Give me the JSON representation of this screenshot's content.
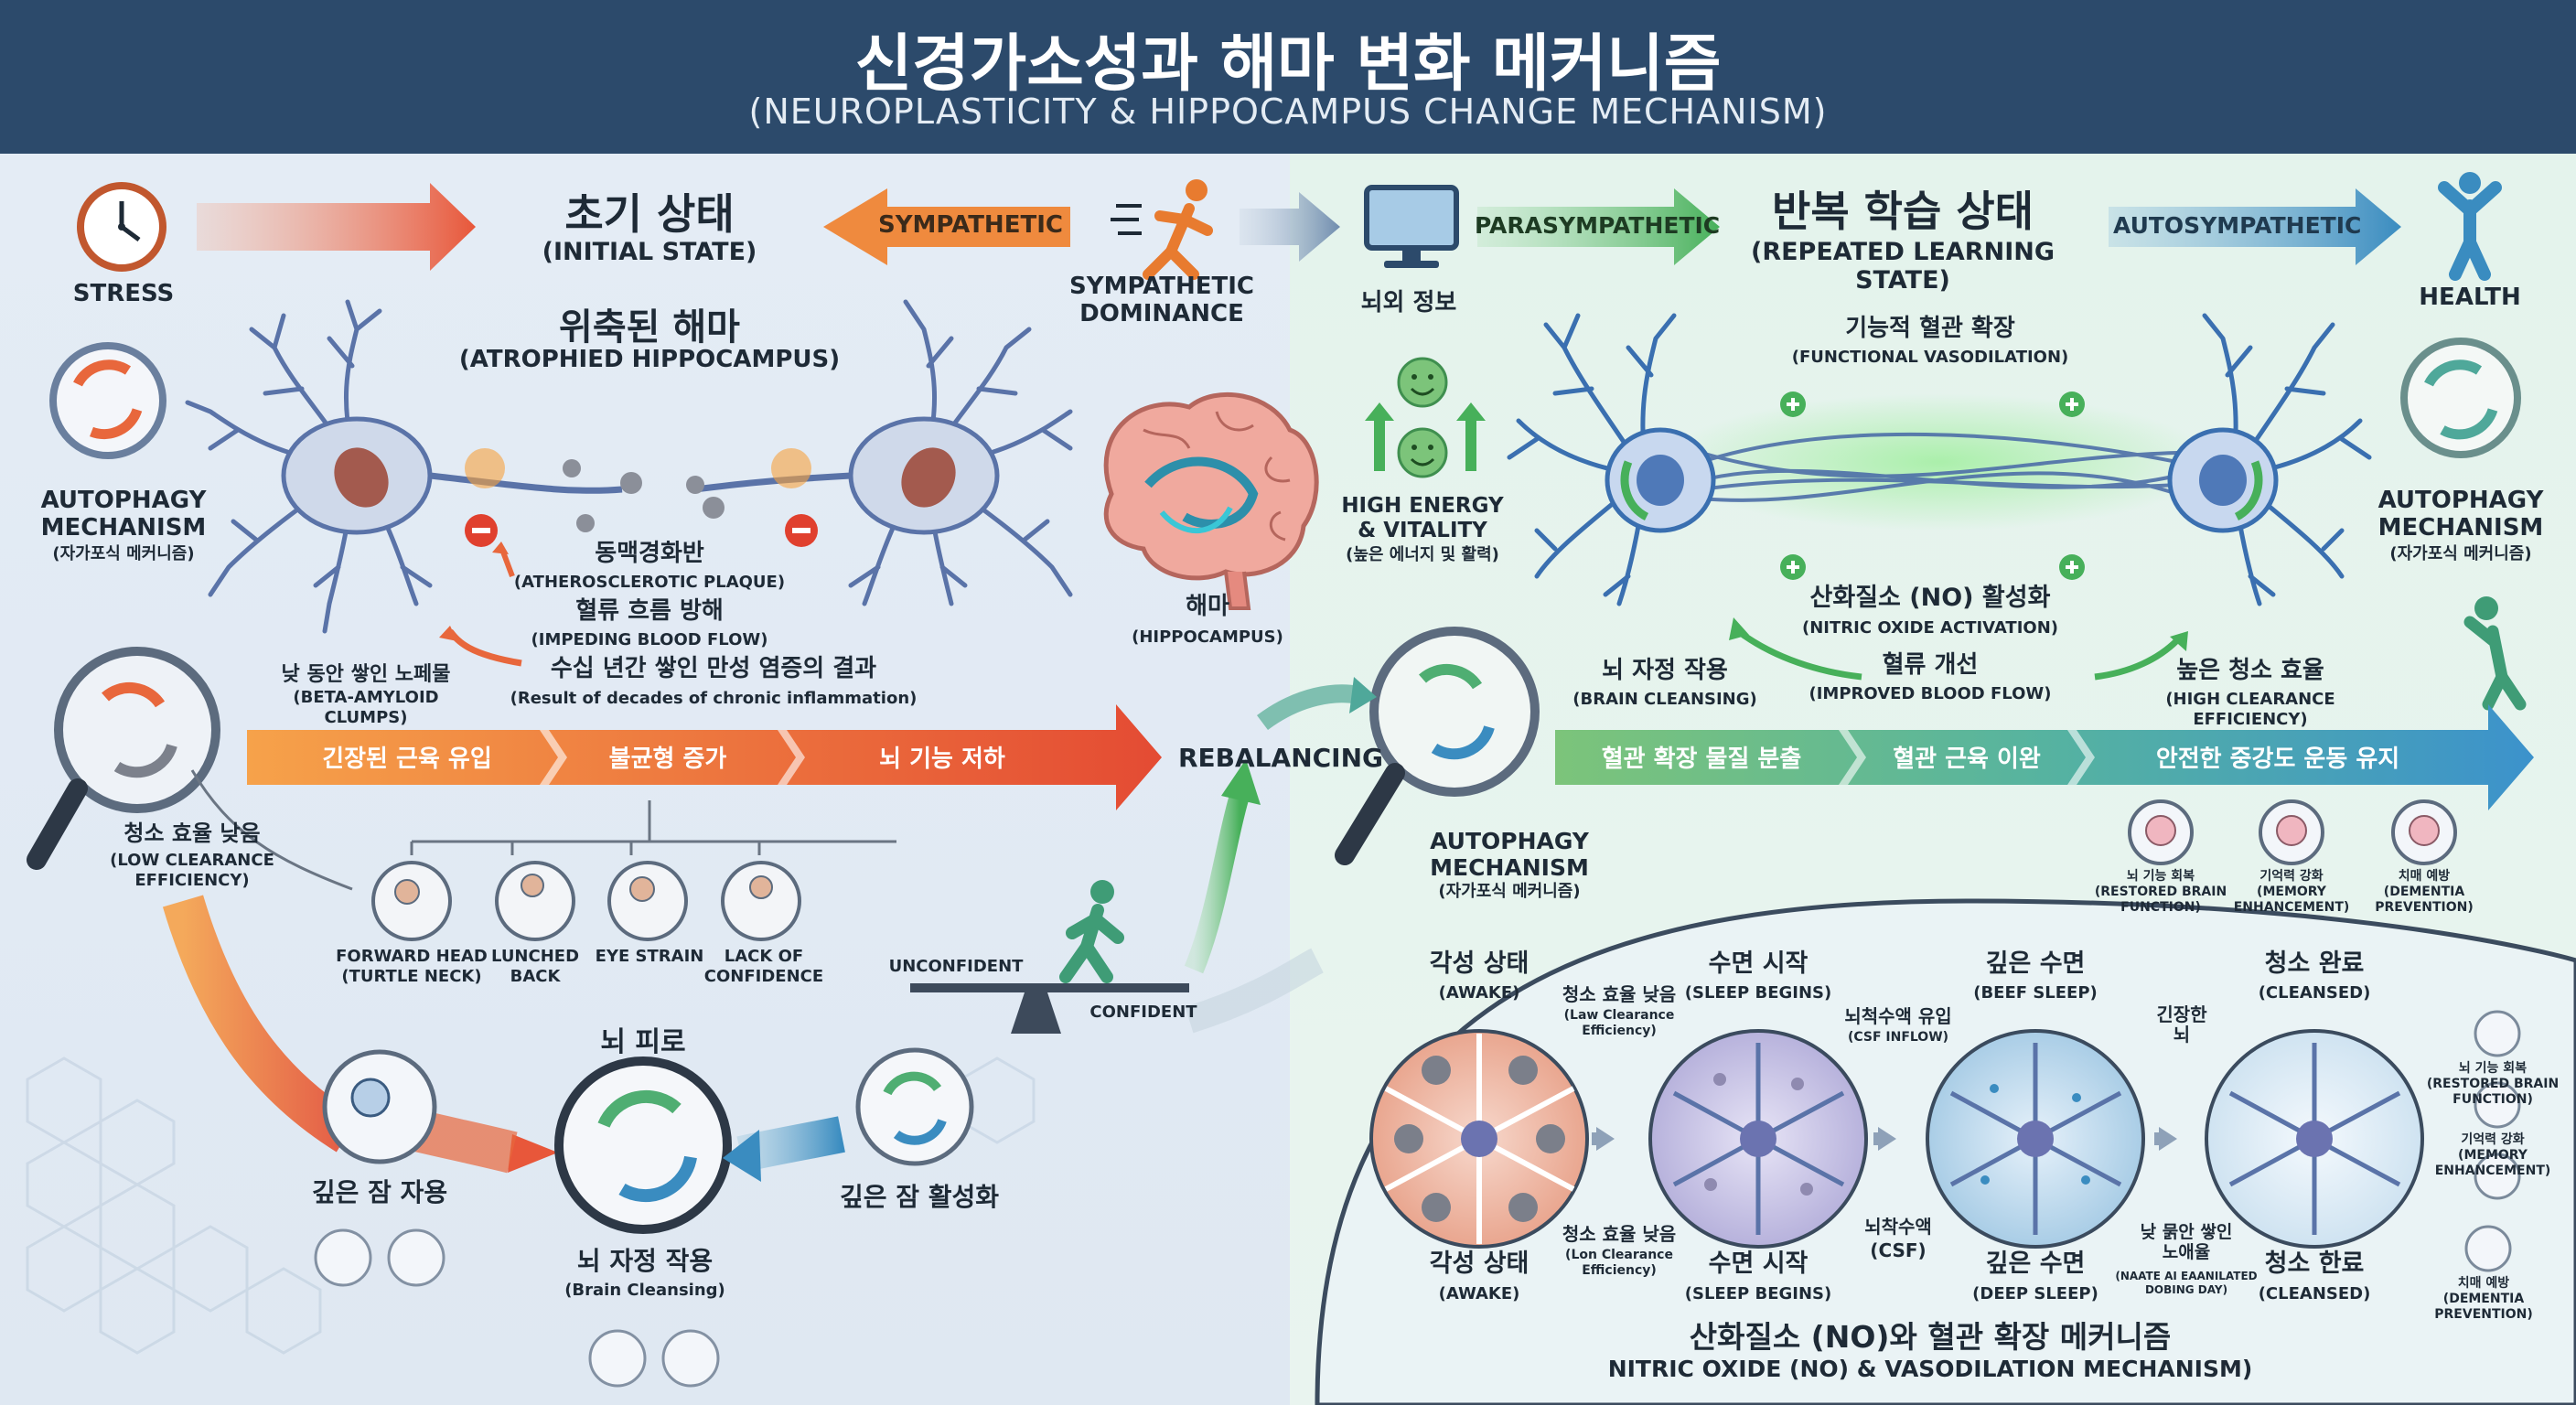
{
  "title": {
    "ko": "신경가소성과 해마 변화 메커니즘",
    "en": "(NEUROPLASTICITY & HIPPOCAMPUS CHANGE MECHANISM)"
  },
  "top_row": {
    "stress": "STRESS",
    "initial_state": {
      "ko": "초기 상태",
      "en": "(INITIAL STATE)"
    },
    "sympathetic": "SYMPATHETIC",
    "sympathetic_dominance": "SYMPATHETIC\nDOMINANCE",
    "brain_info": "뇌외 정보",
    "parasympathetic": "PARASYMPATHETIC",
    "repeated_state": {
      "ko": "반복 학습 상태",
      "en": "(REPEATED LEARNING STATE)"
    },
    "autosympathetic": "AUTOSYMPATHETIC",
    "health": "HEALTH"
  },
  "left_panel": {
    "atrophied": {
      "ko": "위축된 해마",
      "en": "(ATROPHIED HIPPOCAMPUS)"
    },
    "autophagy": {
      "en": "AUTOPHAGY\nMECHANISM",
      "ko": "(자가포식 메커니즘)"
    },
    "plaque": {
      "ko": "동맥경화반",
      "en": "(ATHEROSCLEROTIC PLAQUE)"
    },
    "blood_flow": {
      "ko": "혈류 흐름 방해",
      "en": "(IMPEDING BLOOD FLOW)"
    },
    "inflammation": {
      "ko": "수십 년간 쌓인 만성 염증의 결과",
      "en": "(Result of decades of chronic inflammation)"
    },
    "beta_amyloid": {
      "ko": "낮 동안 쌓인 노페물",
      "en": "(BETA-AMYLOID\nCLUMPS)"
    },
    "low_clearance": {
      "ko": "청소 효율 낮음",
      "en": "(LOW CLEARANCE\nEFFICIENCY)"
    },
    "flow_steps": [
      "긴장된 근육 유입",
      "불균형 증가",
      "뇌 기능 저하"
    ],
    "symptoms": [
      "FORWARD HEAD\n(TURTLE NECK)",
      "LUNCHED\nBACK",
      "EYE STRAIN",
      "LACK OF\nCONFIDENCE"
    ],
    "deep_sleep_action": "깊은 잠 자용",
    "brain_fatigue": "뇌 피로",
    "brain_cleansing": {
      "ko": "뇌 자정 작용",
      "en": "(Brain Cleansing)"
    },
    "deep_sleep_activate": "깊은 잠 활성화",
    "unconfident": "UNCONFIDENT",
    "confident": "CONFIDENT"
  },
  "center": {
    "hippocampus": {
      "ko": "해마",
      "en": "(HIPPOCAMPUS)"
    },
    "high_energy": {
      "en": "HIGH ENERGY\n& VITALITY",
      "ko": "(높은 에너지 및 활력)"
    },
    "rebalancing": "REBALANCING"
  },
  "right_panel": {
    "vasodilation": {
      "ko": "기능적 혈관 확장",
      "en": "(FUNCTIONAL VASODILATION)"
    },
    "no_activation": {
      "ko": "산화질소 (NO) 활성화",
      "en": "(NITRIC OXIDE ACTIVATION)"
    },
    "improved_flow": {
      "ko": "혈류 개선",
      "en": "(IMPROVED BLOOD FLOW)"
    },
    "brain_cleansing": {
      "ko": "뇌 자정 작용",
      "en": "(BRAIN CLEANSING)"
    },
    "high_clearance": {
      "ko": "높은 청소 효율",
      "en": "(HIGH CLEARANCE\nEFFICIENCY)"
    },
    "autophagy": {
      "en": "AUTOPHAGY\nMECHANISM",
      "ko": "(자가포식 메커니즘)"
    },
    "autophagy_center": {
      "en": "AUTOPHAGY\nMECHANISM",
      "ko": "(자가포식 메커니즘)"
    },
    "flow_steps": [
      "혈관 확장 물질 분출",
      "혈관 근육 이완",
      "안전한 중강도 운동 유지"
    ],
    "benefits": [
      "뇌 기능 회복\n(RESTORED BRAIN\nFUNCTION)",
      "기억력 강화\n(MEMORY\nENHANCEMENT)",
      "치매 예방\n(DEMENTIA\nPREVENTION)"
    ]
  },
  "sleep_cycle": {
    "stages_top": [
      {
        "ko": "각성 상태",
        "en": "(AWAKE)"
      },
      {
        "ko": "수면 시작",
        "en": "(SLEEP BEGINS)"
      },
      {
        "ko": "깊은 수면",
        "en": "(BEEF SLEEP)"
      },
      {
        "ko": "청소 완료",
        "en": "(CLEANSED)"
      }
    ],
    "stages_bottom": [
      {
        "ko": "각성 상태",
        "en": "(AWAKE)"
      },
      {
        "ko": "수면 시작",
        "en": "(SLEEP BEGINS)"
      },
      {
        "ko": "깊은 수면",
        "en": "(DEEP SLEEP)"
      },
      {
        "ko": "청소 한료",
        "en": "(CLEANSED)"
      }
    ],
    "low_clearance_top": {
      "ko": "청소 효율 낮음",
      "en": "(Law Clearance\nEfficiency)"
    },
    "low_clearance_bottom": {
      "ko": "청소 효율 낮음",
      "en": "(Lon Clearance\nEfficiency)"
    },
    "csf_inflow": {
      "ko": "뇌척수액 유입",
      "en": "(CSF INFLOW)"
    },
    "csf": {
      "ko": "뇌착수액",
      "en": "(CSF)"
    },
    "tense_brain": "긴장한\n뇌",
    "waste": {
      "ko": "낮 묽안 쌓인\n노애율",
      "en": "(NAATE AI EAANILATED\nDOBING DAY)"
    },
    "side_benefits": [
      "뇌 기능 회복\n(RESTORED BRAIN\nFUNCTION)",
      "기억력 강화\n(MEMORY\nENHANCEMENT)",
      "치매 예방\n(DEMENTIA\nPREVENTION)"
    ],
    "footer": {
      "ko": "산화질소 (NO)와 혈관 확장 메커니즘",
      "en": "NITRIC OXIDE (NO) & VASODILATION MECHANISM)"
    }
  },
  "colors": {
    "header": "#2c4a6b",
    "orange": "#e8673c",
    "green": "#5fb36a",
    "blue": "#3e8fc0",
    "neuron": "#5a73a8"
  }
}
